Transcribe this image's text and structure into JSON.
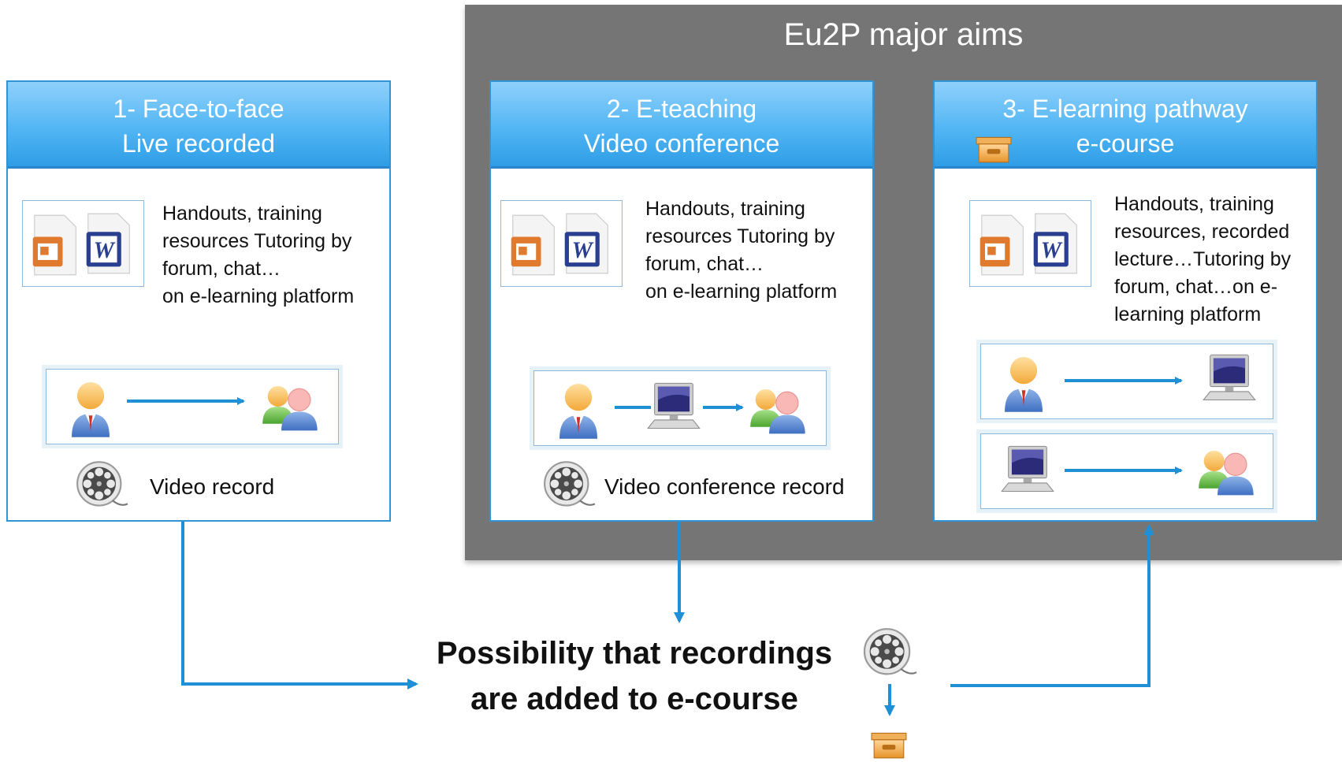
{
  "header": {
    "title": "Eu2P major aims"
  },
  "cards": [
    {
      "title_line1": "1- Face-to-face",
      "title_line2": "Live recorded",
      "description": "Handouts, training\nresources Tutoring by\nforum, chat…\non e-learning platform",
      "caption": "Video record"
    },
    {
      "title_line1": "2- E-teaching",
      "title_line2": "Video conference",
      "description": "Handouts, training\nresources Tutoring by\nforum, chat…\non e-learning platform",
      "caption": "Video conference record"
    },
    {
      "title_line1": "3- E-learning pathway",
      "title_line2": "e-course",
      "description": "Handouts, training\nresources, recorded\nlecture…Tutoring by\nforum, chat…on e-\nlearning platform"
    }
  ],
  "footer": {
    "possibility_text": "Possibility that recordings\nare added to e-course"
  },
  "icons": [
    "powerpoint-icon",
    "word-icon",
    "teacher-icon",
    "students-icon",
    "computer-icon",
    "film-reel-icon",
    "package-box-icon"
  ],
  "colors": {
    "accent_blue": "#2f95d6",
    "panel_grey": "#757575",
    "arrow_blue": "#1f8fd6"
  }
}
